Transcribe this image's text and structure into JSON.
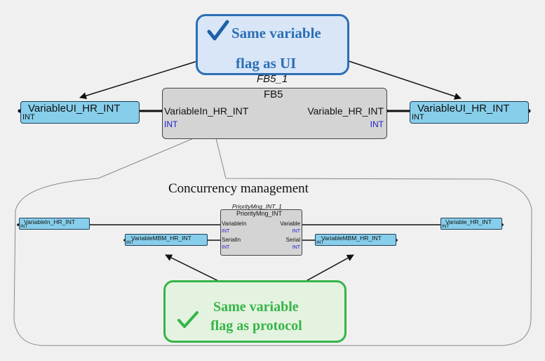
{
  "callouts": {
    "top": {
      "line1": "Same variable",
      "line2": "flag as UI",
      "check_icon": "checkmark-icon",
      "color": "#2c6fb5"
    },
    "bottom": {
      "line1": "Same variable",
      "line2": "flag as protocol",
      "check_icon": "checkmark-icon",
      "color": "#36b449"
    }
  },
  "top_diagram": {
    "instance_name": "FB5_1",
    "block_type": "FB5",
    "input_pin": {
      "name": "VariableIn_HR_INT",
      "type": "INT"
    },
    "output_pin": {
      "name": "Variable_HR_INT",
      "type": "INT"
    },
    "left_var": {
      "name": "VariableUI_HR_INT",
      "type": "INT"
    },
    "right_var": {
      "name": "VariableUI_HR_INT",
      "type": "INT"
    }
  },
  "detail": {
    "title": "Concurrency management",
    "instance_name": "PriorityMng_INT_1",
    "block_type": "PriorityMng_INT",
    "pins": {
      "in1": {
        "name": "VariableIn",
        "type": "INT"
      },
      "in2": {
        "name": "SerialIn",
        "type": "INT"
      },
      "out1": {
        "name": "Variable",
        "type": "INT"
      },
      "out2": {
        "name": "Serial",
        "type": "INT"
      }
    },
    "left_var": {
      "name": "VariableIn_HR_INT",
      "type": "INT"
    },
    "left_mbm_var": {
      "name": "VariableMBM_HR_INT",
      "type": "INT"
    },
    "right_mbm_var": {
      "name": "VariableMBM_HR_INT",
      "type": "INT"
    },
    "right_var": {
      "name": "Variable_HR_INT",
      "type": "INT"
    }
  },
  "colors": {
    "variable_fill": "#87ceeb",
    "block_fill": "#d4d4d4",
    "int_text": "#2020cc"
  }
}
